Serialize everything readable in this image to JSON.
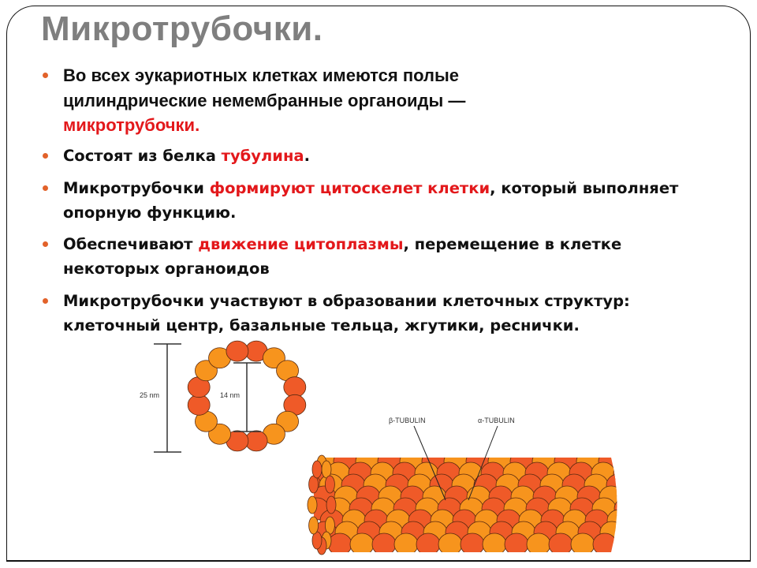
{
  "title": "Микротрубочки.",
  "bullets": [
    {
      "parts": [
        " Во всех эукариотных клетках имеются полые цилиндрические немембранные органоиды — ",
        "микротрубочки."
      ]
    },
    {
      "parts": [
        " Состоят из белка ",
        "тубулина",
        "."
      ]
    },
    {
      "parts": [
        "Микротрубочки ",
        "формируют цитоскелет клетки",
        ", который выполняет опорную функцию."
      ]
    },
    {
      "parts": [
        "Обеспечивают ",
        "движение цитоплазмы",
        ", перемещение в клетке некоторых органоидов"
      ]
    },
    {
      "parts": [
        "Микротрубочки участвуют в образовании клеточных структур: клеточный центр, базальные тельца, жгутики, реснички."
      ]
    }
  ],
  "diagram": {
    "outer_diameter": "25 nm",
    "inner_diameter": "14 nm",
    "beta_label": "β-TUBULIN",
    "alpha_label": "α-TUBULIN"
  },
  "colors": {
    "alpha": "#ef5a28",
    "beta": "#f7941d",
    "accent_text": "#e3181b",
    "bullet": "#e2622a",
    "title": "#7f7f7f"
  }
}
